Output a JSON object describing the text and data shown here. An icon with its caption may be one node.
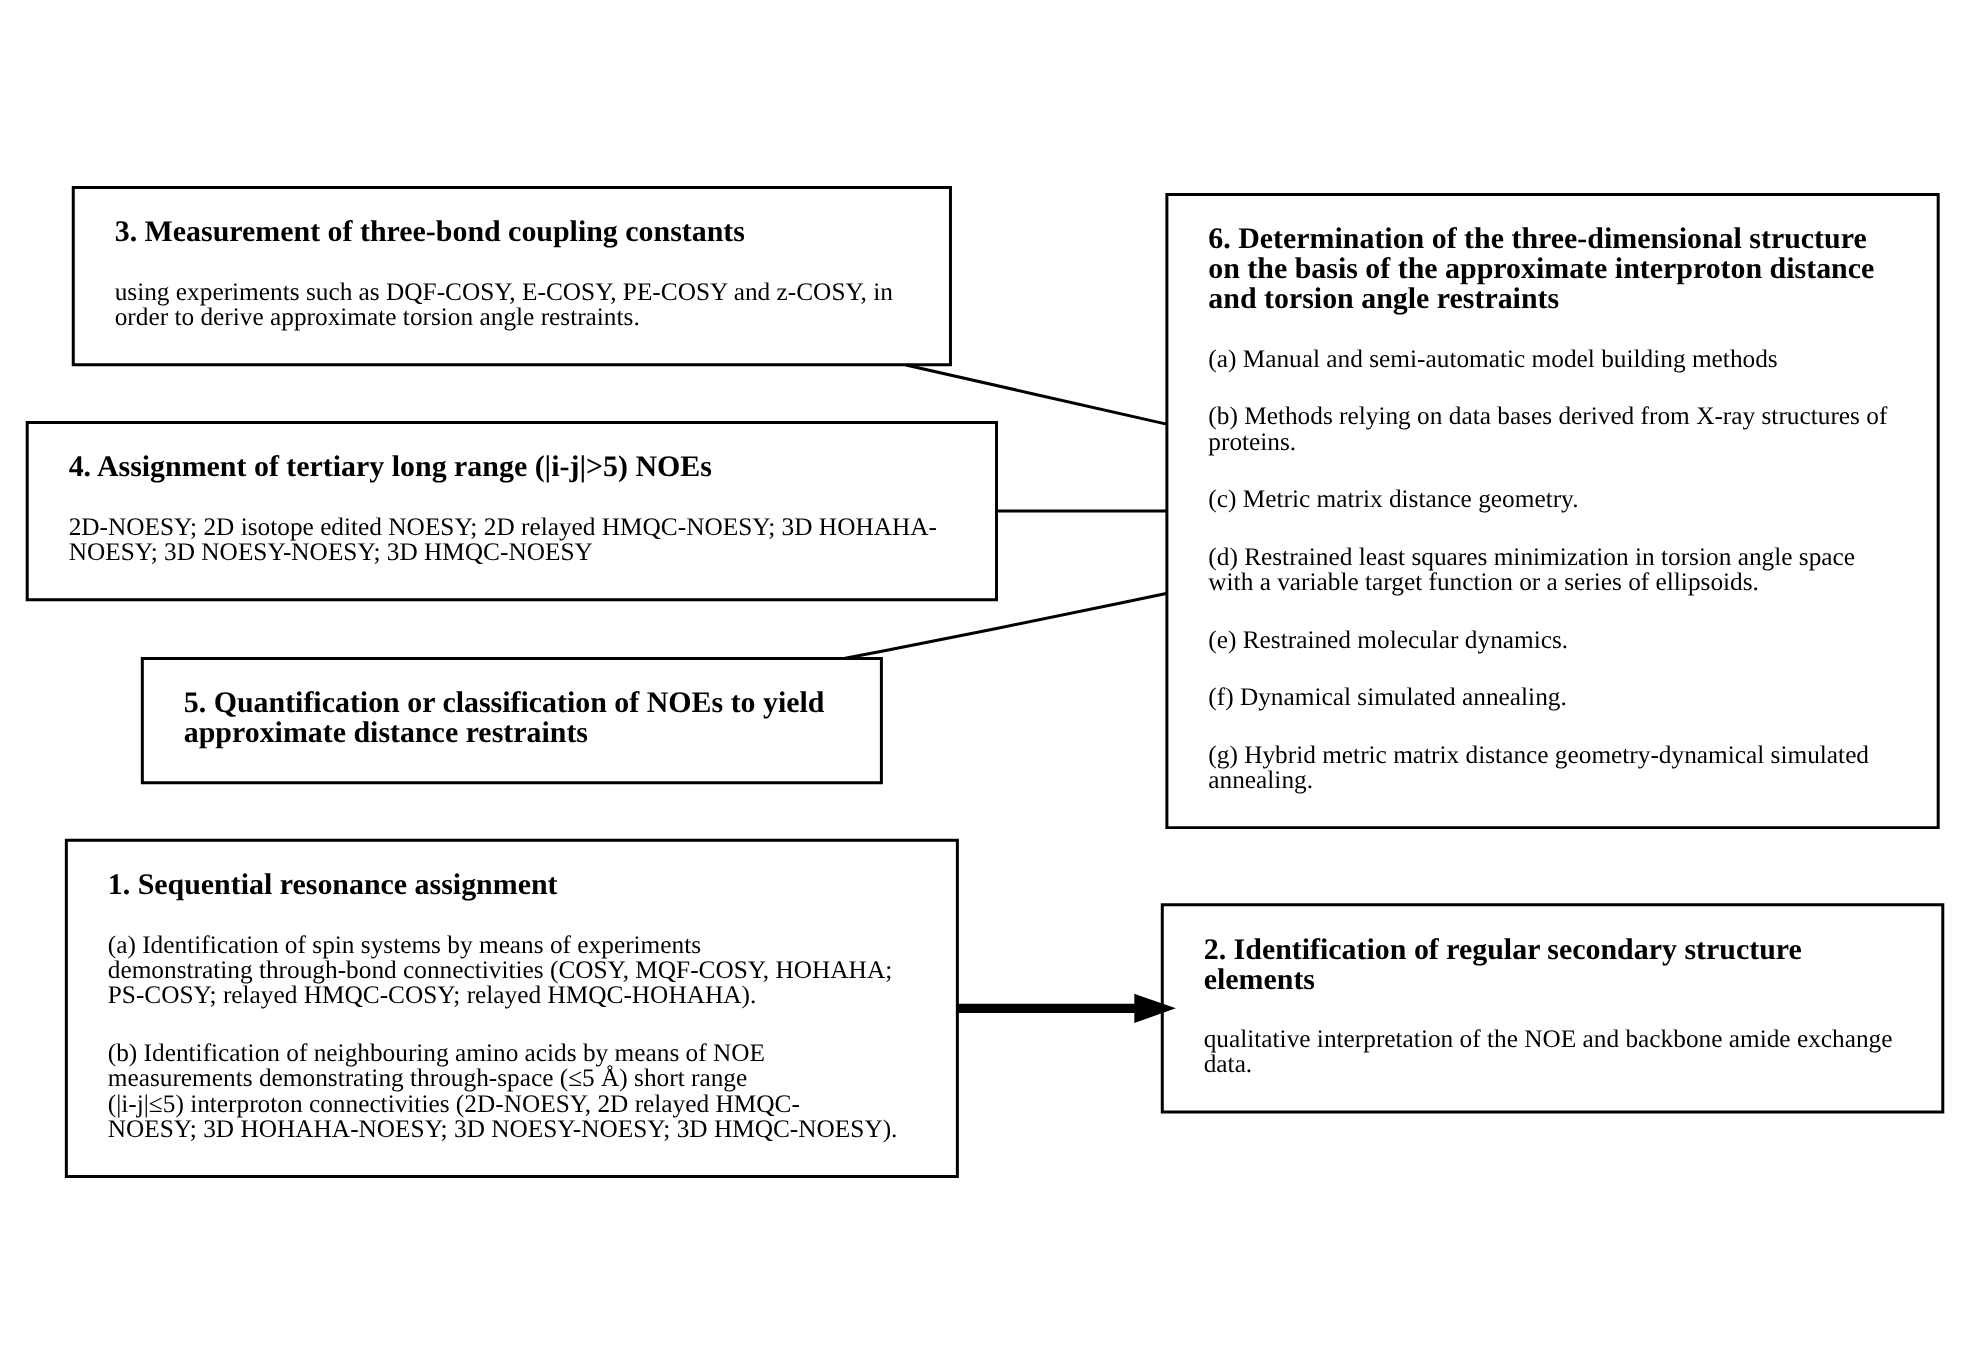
{
  "diagram": {
    "nodes": [
      {
        "text": [
          "1. Sequential resonance assignment",
          "(a) Identification of spin systems by means of experiments demonstrating through-bond connectivities (COSY, MQF-COSY, HOHAHA; PS-COSY; relayed HMQC-COSY; relayed HMQC-HOHAHA).",
          "(b) Identification of neighbouring amino acids by means of NOE measurements demonstrating through-space (≤5 Å) short range (|i-j|≤5) interproton connectivities (2D-NOESY, 2D relayed HMQC-NOESY; 3D HOHAHA-NOESY; 3D NOESY-NOESY; 3D HMQC-NOESY)."
        ]
      },
      {
        "text": [
          "2. Identification of regular secondary structure elements",
          "qualitative interpretation of the NOE and backbone amide exchange data."
        ]
      },
      {
        "text": [
          "3. Measurement of three-bond coupling constants",
          "using experiments such as DQF-COSY, E-COSY, PE-COSY and z-COSY, in order to derive approximate torsion angle restraints."
        ]
      },
      {
        "text": [
          "4. Assignment of tertiary long range (|i-j|>5) NOEs",
          "2D-NOESY; 2D isotope edited NOESY; 2D relayed HMQC-NOESY; 3D HOHAHA-NOESY; 3D NOESY-NOESY; 3D HMQC-NOESY"
        ]
      },
      {
        "text": [
          "5. Quantification or classification of NOEs to yield approximate distance restraints"
        ]
      },
      {
        "text": [
          "6. Determination of the three-dimensional structure on the basis of the approximate interproton distance and torsion angle restraints",
          "(a) Manual and semi-automatic model building methods",
          "(b) Methods relying on data bases derived from X-ray structures of proteins.",
          "(c) Metric matrix distance geometry.",
          "(d) Restrained least squares minimization in torsion angle space with a variable target function or a series of ellipsoids.",
          "(e) Restrained molecular dynamics.",
          "(f) Dynamical simulated annealing.",
          "(g) Hybrid metric matrix distance geometry-dynamical simulated annealing."
        ]
      }
    ],
    "edges": [
      {
        "from": 0,
        "to": 1,
        "arrow": "to",
        "style": "thick"
      },
      {
        "from": 2,
        "to": 5,
        "arrow": "none"
      },
      {
        "from": 3,
        "to": 5,
        "arrow": "none"
      },
      {
        "from": 4,
        "to": 5,
        "arrow": "none"
      }
    ]
  }
}
